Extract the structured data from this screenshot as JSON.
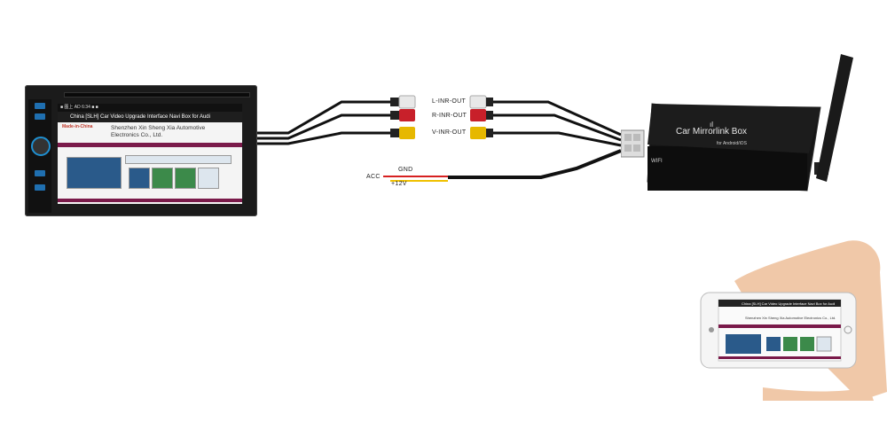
{
  "head_unit": {
    "status_text": "■ 图上  AD                  6:34               ■ ■",
    "browser_title": "China [SLH] Car Video Upgrade Interface Navi Box for Audi",
    "brand": "Made-in-China",
    "company": "Shenzhen Xin Sheng Xia Automotive Electronics Co., Ltd."
  },
  "cables": {
    "l_out": "L-INR-OUT",
    "r_out": "R-INR-OUT",
    "v_out": "V-INR-OUT",
    "acc": "ACC",
    "gnd": "GND",
    "v12": "+12V"
  },
  "box": {
    "logo": "ıl",
    "title": "Car Mirrorlink Box",
    "subtitle": "for Android/iOS",
    "wifi": "WIFI"
  },
  "phone": {
    "browser_title": "China [SLH] Car Video Upgrade Interface Navi Box for Audi",
    "company": "Shenzhen Xin Sheng Xia Automotive Electronics Co., Ltd."
  },
  "colors": {
    "cable": "#111111",
    "rca_white": "#e8e8e8",
    "rca_red": "#c8202a",
    "rca_yellow": "#e6b800",
    "wire_red": "#d62020",
    "wire_yellow": "#f0c000",
    "accent_purple": "#7a1a4a"
  }
}
